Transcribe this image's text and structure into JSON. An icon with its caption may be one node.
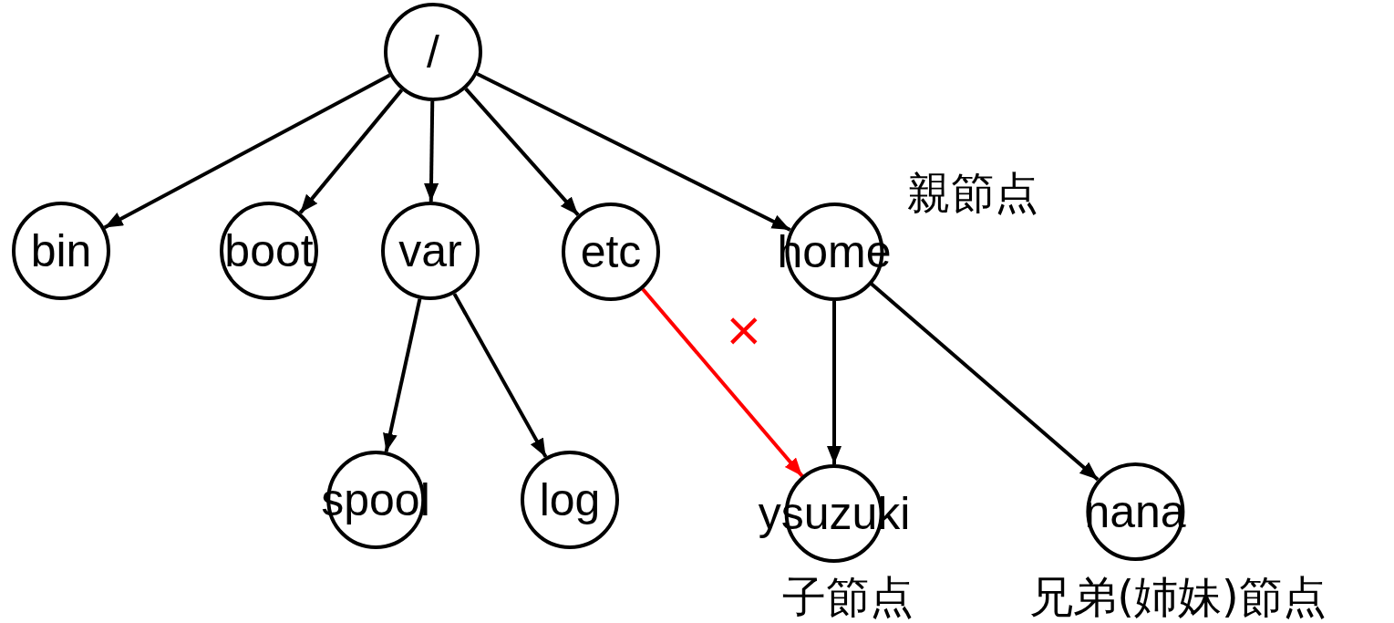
{
  "diagram": {
    "nodes": [
      {
        "text": [
          "/"
        ]
      },
      {
        "text": [
          "bin"
        ]
      },
      {
        "text": [
          "boot"
        ]
      },
      {
        "text": [
          "var"
        ]
      },
      {
        "text": [
          "etc"
        ]
      },
      {
        "text": [
          "home"
        ],
        "beside": [
          "親節点"
        ]
      },
      {
        "text": [
          "spool"
        ]
      },
      {
        "text": [
          "log"
        ]
      },
      {
        "text": [
          "ysuzuki"
        ],
        "beside": [
          "子節点"
        ]
      },
      {
        "text": [
          "nana"
        ],
        "beside": [
          "兄弟(姉妹)節点"
        ]
      }
    ],
    "edges": [
      {
        "from": 0,
        "to": 1,
        "arrow": "to"
      },
      {
        "from": 0,
        "to": 2,
        "arrow": "to"
      },
      {
        "from": 0,
        "to": 3,
        "arrow": "to"
      },
      {
        "from": 0,
        "to": 4,
        "arrow": "to"
      },
      {
        "from": 0,
        "to": 5,
        "arrow": "to"
      },
      {
        "from": 3,
        "to": 6,
        "arrow": "to"
      },
      {
        "from": 3,
        "to": 7,
        "arrow": "to"
      },
      {
        "from": 4,
        "to": 8,
        "arrow": "to",
        "label": "×",
        "color": "#ff0000"
      },
      {
        "from": 5,
        "to": 8,
        "arrow": "to"
      },
      {
        "from": 5,
        "to": 9,
        "arrow": "to"
      }
    ]
  }
}
